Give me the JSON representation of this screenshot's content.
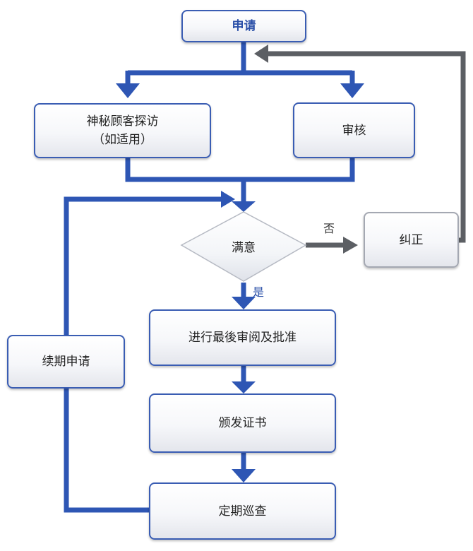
{
  "nodes": {
    "apply": "申请",
    "mystery_line1": "神秘顾客探访",
    "mystery_line2": "（如适用）",
    "review": "审核",
    "satisfied": "满意",
    "correct": "纠正",
    "final_review": "进行最後审阅及批准",
    "issue_cert": "颁发证书",
    "patrol": "定期巡查",
    "renew": "续期申请"
  },
  "edge_labels": {
    "yes": "是",
    "no": "否"
  },
  "colors": {
    "flow_blue": "#2e56b4",
    "return_gray": "#5c5f64",
    "box_border_blue": "#3a5db3",
    "box_border_gray": "#a4a8b2"
  }
}
